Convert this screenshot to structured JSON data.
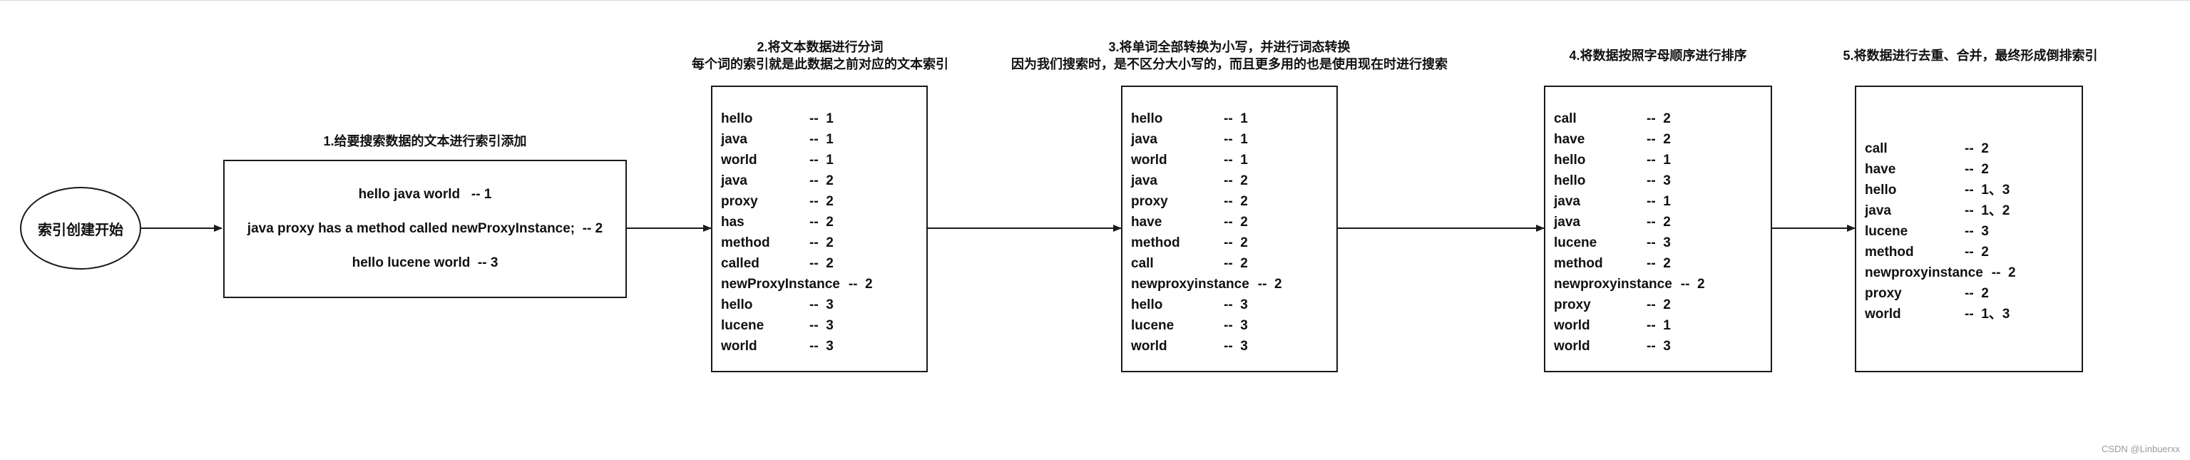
{
  "start_node": {
    "label": "索引创建开始"
  },
  "step1": {
    "title": "1.给要搜索数据的文本进行索引添加",
    "lines": [
      "hello java world   -- 1",
      "java proxy has a method called newProxyInstance;  -- 2",
      "hello lucene world  -- 3"
    ]
  },
  "step2": {
    "title_lines": [
      "2.将文本数据进行分词",
      "每个词的索引就是此数据之前对应的文本索引"
    ],
    "rows": [
      {
        "word": "hello",
        "num": "--  1"
      },
      {
        "word": "java",
        "num": "--  1"
      },
      {
        "word": "world",
        "num": "--  1"
      },
      {
        "word": "java",
        "num": "--  2"
      },
      {
        "word": "proxy",
        "num": "--  2"
      },
      {
        "word": "has",
        "num": "--  2"
      },
      {
        "word": "method",
        "num": "--  2"
      },
      {
        "word": "called",
        "num": "--  2"
      },
      {
        "word": "newProxyInstance",
        "num": "--  2"
      },
      {
        "word": "hello",
        "num": "--  3"
      },
      {
        "word": "lucene",
        "num": "--  3"
      },
      {
        "word": "world",
        "num": "--  3"
      }
    ]
  },
  "step3": {
    "title_lines": [
      "3.将单词全部转换为小写，并进行词态转换",
      "因为我们搜索时，是不区分大小写的，而且更多用的也是使用现在时进行搜索"
    ],
    "rows": [
      {
        "word": "hello",
        "num": "--  1"
      },
      {
        "word": "java",
        "num": "--  1"
      },
      {
        "word": "world",
        "num": "--  1"
      },
      {
        "word": "java",
        "num": "--  2"
      },
      {
        "word": "proxy",
        "num": "--  2"
      },
      {
        "word": "have",
        "num": "--  2"
      },
      {
        "word": "method",
        "num": "--  2"
      },
      {
        "word": "call",
        "num": "--  2"
      },
      {
        "word": "newproxyinstance",
        "num": "--  2"
      },
      {
        "word": "hello",
        "num": "--  3"
      },
      {
        "word": "lucene",
        "num": "--  3"
      },
      {
        "word": "world",
        "num": "--  3"
      }
    ]
  },
  "step4": {
    "title": "4.将数据按照字母顺序进行排序",
    "rows": [
      {
        "word": "call",
        "num": "--  2"
      },
      {
        "word": "have",
        "num": "--  2"
      },
      {
        "word": "hello",
        "num": "--  1"
      },
      {
        "word": "hello",
        "num": "--  3"
      },
      {
        "word": "java",
        "num": "--  1"
      },
      {
        "word": "java",
        "num": "--  2"
      },
      {
        "word": "lucene",
        "num": "--  3"
      },
      {
        "word": "method",
        "num": "--  2"
      },
      {
        "word": "newproxyinstance",
        "num": "--  2"
      },
      {
        "word": "proxy",
        "num": "--  2"
      },
      {
        "word": "world",
        "num": "--  1"
      },
      {
        "word": "world",
        "num": "--  3"
      }
    ]
  },
  "step5": {
    "title": "5.将数据进行去重、合并，最终形成倒排索引",
    "rows": [
      {
        "word": "call",
        "num": "--  2"
      },
      {
        "word": "have",
        "num": "--  2"
      },
      {
        "word": "hello",
        "num": "--  1、3"
      },
      {
        "word": "java",
        "num": "--  1、2"
      },
      {
        "word": "lucene",
        "num": "--  3"
      },
      {
        "word": "method",
        "num": "--  2"
      },
      {
        "word": "newproxyinstance",
        "num": "--  2"
      },
      {
        "word": "proxy",
        "num": "--  2"
      },
      {
        "word": "world",
        "num": "--  1、3"
      }
    ]
  },
  "footer": {
    "text": "CSDN @Linbuerxx"
  },
  "colors": {
    "stroke": "#1a1a1a",
    "watermark": "#9a9a9a"
  }
}
